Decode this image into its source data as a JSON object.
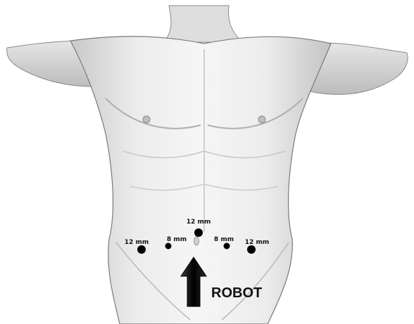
{
  "ports": [
    {
      "id": "camera",
      "label": "12 mm"
    },
    {
      "id": "left-lateral",
      "label": "12 mm"
    },
    {
      "id": "left-medial",
      "label": "8 mm"
    },
    {
      "id": "right-medial",
      "label": "8 mm"
    },
    {
      "id": "right-lateral",
      "label": "12 mm"
    }
  ],
  "robot": {
    "label": "ROBOT"
  }
}
